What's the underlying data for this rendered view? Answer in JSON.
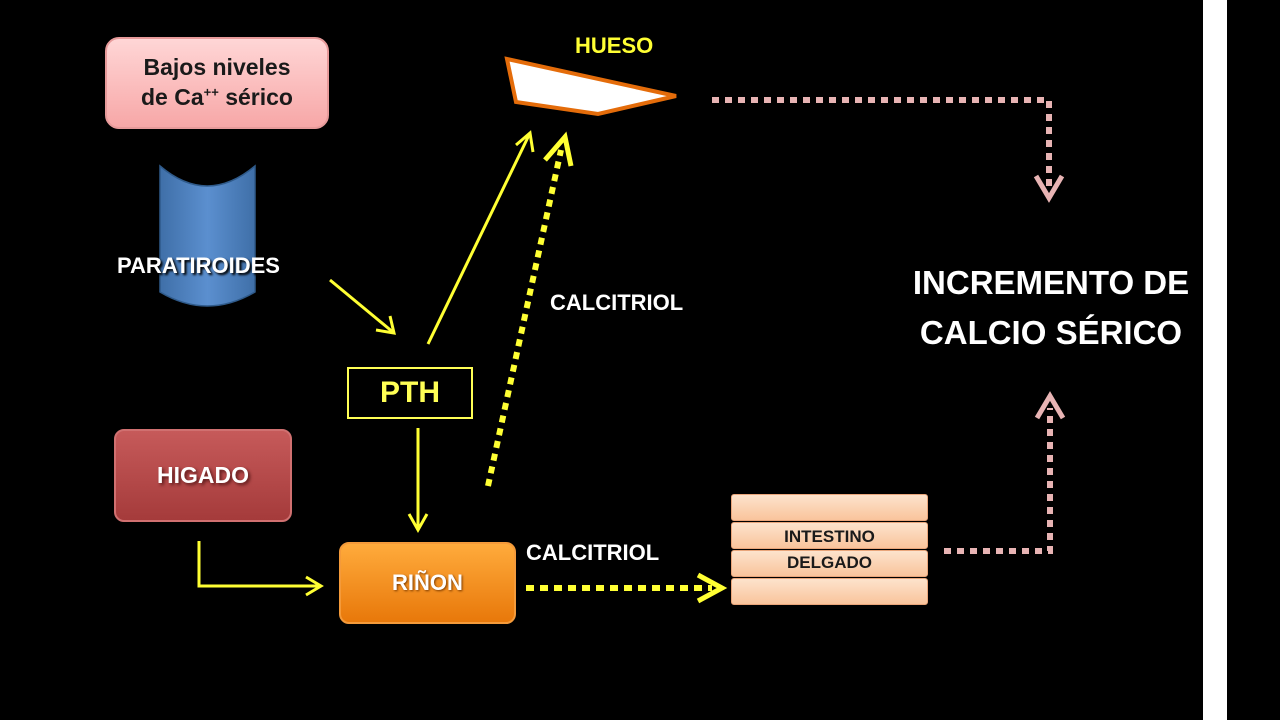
{
  "boxes": {
    "low_calcium_line1": "Bajos niveles",
    "low_calcium_line2_prefix": "de Ca",
    "low_calcium_superscript": "++",
    "low_calcium_line2_suffix": " sérico",
    "parathyroid": "PARATIROIDES",
    "pth": "PTH",
    "liver": "HIGADO",
    "kidney": "RIÑON",
    "intestine_line1": "INTESTINO",
    "intestine_line2": "DELGADO",
    "bone": "HUESO"
  },
  "labels": {
    "calcitriol_to_bone": "CALCITRIOL",
    "calcitriol_to_intestine": "CALCITRIOL"
  },
  "result": {
    "line1": "INCREMENTO DE",
    "line2": "CALCIO SÉRICO"
  },
  "colors": {
    "background": "#000000",
    "arrow_solid": "#ffff33",
    "arrow_dotted_yellow": "#ffff33",
    "arrow_dotted_pink": "#e8b4b4",
    "low_calcium_box": "#f7a7a7",
    "parathyroid": "#4f81bd",
    "liver": "#b84848",
    "kidney": "#f08a1c",
    "intestine": "#fbd0ae"
  }
}
